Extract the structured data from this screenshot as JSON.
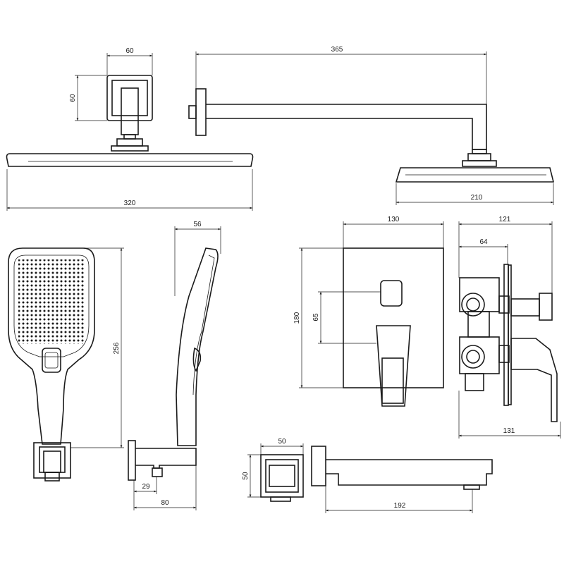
{
  "drawing": {
    "dimensions": {
      "shower_arm_flange_width": "60",
      "shower_arm_flange_height": "60",
      "shower_arm_length": "365",
      "rain_head_width": "320",
      "rain_head_depth": "210",
      "mixer_plate_width": "130",
      "valve_total_depth": "121",
      "valve_body_depth": "64",
      "mixer_plate_height": "180",
      "diverter_to_handle": "65",
      "hand_shower_depth": "56",
      "hand_shower_length": "256",
      "valve_overall_depth": "131",
      "spout_flange_width": "50",
      "spout_flange_height": "50",
      "holder_outlet_offset": "29",
      "holder_projection": "80",
      "spout_length": "192"
    },
    "colors": {
      "line": "#1a1a1a",
      "background": "#ffffff"
    }
  }
}
